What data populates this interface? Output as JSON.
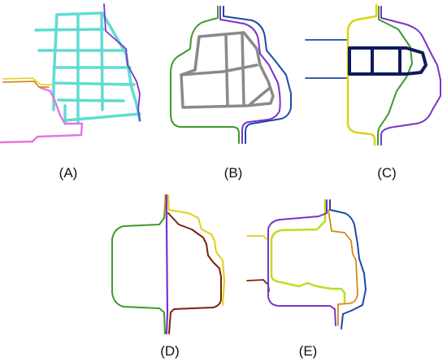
{
  "panels": [
    {
      "id": "A",
      "label": "(A)"
    },
    {
      "id": "B",
      "label": "(B)"
    },
    {
      "id": "C",
      "label": "(C)"
    },
    {
      "id": "D",
      "label": "(D)"
    },
    {
      "id": "E",
      "label": "(E)"
    }
  ],
  "colors": {
    "cyan": "#4fd8cf",
    "purple": "#7a33c9",
    "blue": "#1d4aa8",
    "green": "#3e9a2a",
    "yellow": "#e1cf17",
    "orange": "#d38a14",
    "pink": "#e675e0",
    "gray": "#8a8a8a",
    "navy": "#0e1a5e",
    "dark_red": "#7a2210",
    "lime": "#b6e022"
  }
}
